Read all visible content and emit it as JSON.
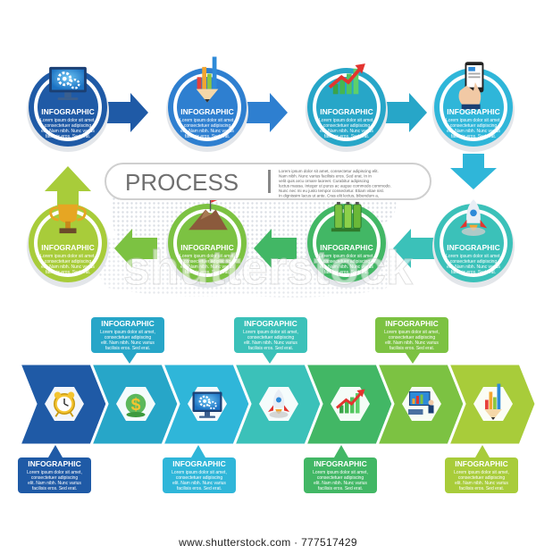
{
  "colors": {
    "navy": "#1f5aa6",
    "blue": "#2e7fd0",
    "teal": "#27a6c8",
    "cyan": "#2fb6d9",
    "aqua": "#3bc1b9",
    "green": "#42b765",
    "lime": "#7cc242",
    "yellowgreen": "#a8cc3a"
  },
  "top_process": {
    "title": "PROCESS",
    "title_text": "Lorem ipsum dolor sit amet, consectetur adipiscing elit. Nam nibh. Nunc varius facilisis eros. Sed erat. In in velit quis arcu ornare laoreet. Curabitur adipiscing luctus massa. Integer ut purus ac augue commodo commodo. Nunc nec mi eu justo tempor consectetur. Etiam vitae nisl. In dignissim lacus ut ante. Cras elit lectus, bibendum a, adipiscing vitae, commodo et, dui.",
    "steps": [
      {
        "title": "INFOGRAPHIC",
        "lines": [
          "Lorem ipsum dolor sit amet,",
          "consectetuer adipiscing",
          "elit. Nam nibh. Nunc varius",
          "facilisis eros. Sed erat."
        ],
        "icon": "monitor-gears-icon",
        "color": "#1f5aa6"
      },
      {
        "title": "INFOGRAPHIC",
        "lines": [
          "Lorem ipsum dolor sit amet,",
          "consectetuer adipiscing",
          "elit. Nam nibh. Nunc varius",
          "facilisis eros. Sed erat."
        ],
        "icon": "pencil-chart-icon",
        "color": "#2e7fd0"
      },
      {
        "title": "INFOGRAPHIC",
        "lines": [
          "Lorem ipsum dolor sit amet,",
          "consectetuer adipiscing",
          "elit. Nam nibh. Nunc varius",
          "facilisis eros. Sed erat."
        ],
        "icon": "growth-chart-icon",
        "color": "#27a6c8"
      },
      {
        "title": "INFOGRAPHIC",
        "lines": [
          "Lorem ipsum dolor sit amet,",
          "consectetuer adipiscing",
          "elit. Nam nibh. Nunc varius",
          "facilisis eros. Sed erat."
        ],
        "icon": "hand-phone-icon",
        "color": "#2fb6d9"
      },
      {
        "title": "INFOGRAPHIC",
        "lines": [
          "Lorem ipsum dolor sit amet,",
          "consectetuer adipiscing",
          "elit. Nam nibh. Nunc varius",
          "facilisis eros. Sed erat."
        ],
        "icon": "rocket-icon",
        "color": "#3bc1b9"
      },
      {
        "title": "INFOGRAPHIC",
        "lines": [
          "Lorem ipsum dolor sit amet,",
          "consectetuer adipiscing",
          "elit. Nam nibh. Nunc varius",
          "facilisis eros. Sed erat."
        ],
        "icon": "batteries-icon",
        "color": "#42b765"
      },
      {
        "title": "INFOGRAPHIC",
        "lines": [
          "Lorem ipsum dolor sit amet,",
          "consectetuer adipiscing",
          "elit. Nam nibh. Nunc varius",
          "facilisis eros. Sed erat."
        ],
        "icon": "mountain-flag-icon",
        "color": "#7cc242"
      },
      {
        "title": "INFOGRAPHIC",
        "lines": [
          "Lorem ipsum dolor sit amet,",
          "consectetuer adipiscing",
          "elit. Nam nibh. Nunc varius",
          "facilisis eros. Sed erat."
        ],
        "icon": "trophy-icon",
        "color": "#a8cc3a"
      }
    ]
  },
  "timeline": {
    "steps": [
      {
        "icon": "alarm-clock-icon",
        "color": "#1f5aa6"
      },
      {
        "icon": "dollar-icon",
        "color": "#27a6c8"
      },
      {
        "icon": "monitor-gears-icon",
        "color": "#2fb6d9"
      },
      {
        "icon": "rocket-icon",
        "color": "#3bc1b9"
      },
      {
        "icon": "growth-chart-icon",
        "color": "#42b765"
      },
      {
        "icon": "presentation-icon",
        "color": "#7cc242"
      },
      {
        "icon": "pencil-chart-icon",
        "color": "#a8cc3a"
      }
    ],
    "callouts": [
      {
        "title": "INFOGRAPHIC",
        "lines": [
          "Lorem ipsum dolor sit amet,",
          "consectetuer adipiscing",
          "elit. Nam nibh. Nunc varius",
          "facilisis eros. Sed erat."
        ]
      },
      {
        "title": "INFOGRAPHIC",
        "lines": [
          "Lorem ipsum dolor sit amet,",
          "consectetuer adipiscing",
          "elit. Nam nibh. Nunc varius",
          "facilisis eros. Sed erat."
        ]
      },
      {
        "title": "INFOGRAPHIC",
        "lines": [
          "Lorem ipsum dolor sit amet,",
          "consectetuer adipiscing",
          "elit. Nam nibh. Nunc varius",
          "facilisis eros. Sed erat."
        ]
      },
      {
        "title": "INFOGRAPHIC",
        "lines": [
          "Lorem ipsum dolor sit amet,",
          "consectetuer adipiscing",
          "elit. Nam nibh. Nunc varius",
          "facilisis eros. Sed erat."
        ]
      },
      {
        "title": "INFOGRAPHIC",
        "lines": [
          "Lorem ipsum dolor sit amet,",
          "consectetuer adipiscing",
          "elit. Nam nibh. Nunc varius",
          "facilisis eros. Sed erat."
        ]
      },
      {
        "title": "INFOGRAPHIC",
        "lines": [
          "Lorem ipsum dolor sit amet,",
          "consectetuer adipiscing",
          "elit. Nam nibh. Nunc varius",
          "facilisis eros. Sed erat."
        ]
      },
      {
        "title": "INFOGRAPHIC",
        "lines": [
          "Lorem ipsum dolor sit amet,",
          "consectetuer adipiscing",
          "elit. Nam nibh. Nunc varius",
          "facilisis eros. Sed erat."
        ]
      }
    ]
  },
  "watermark": "shutterstock",
  "footer": "www.shutterstock.com · 777517429"
}
